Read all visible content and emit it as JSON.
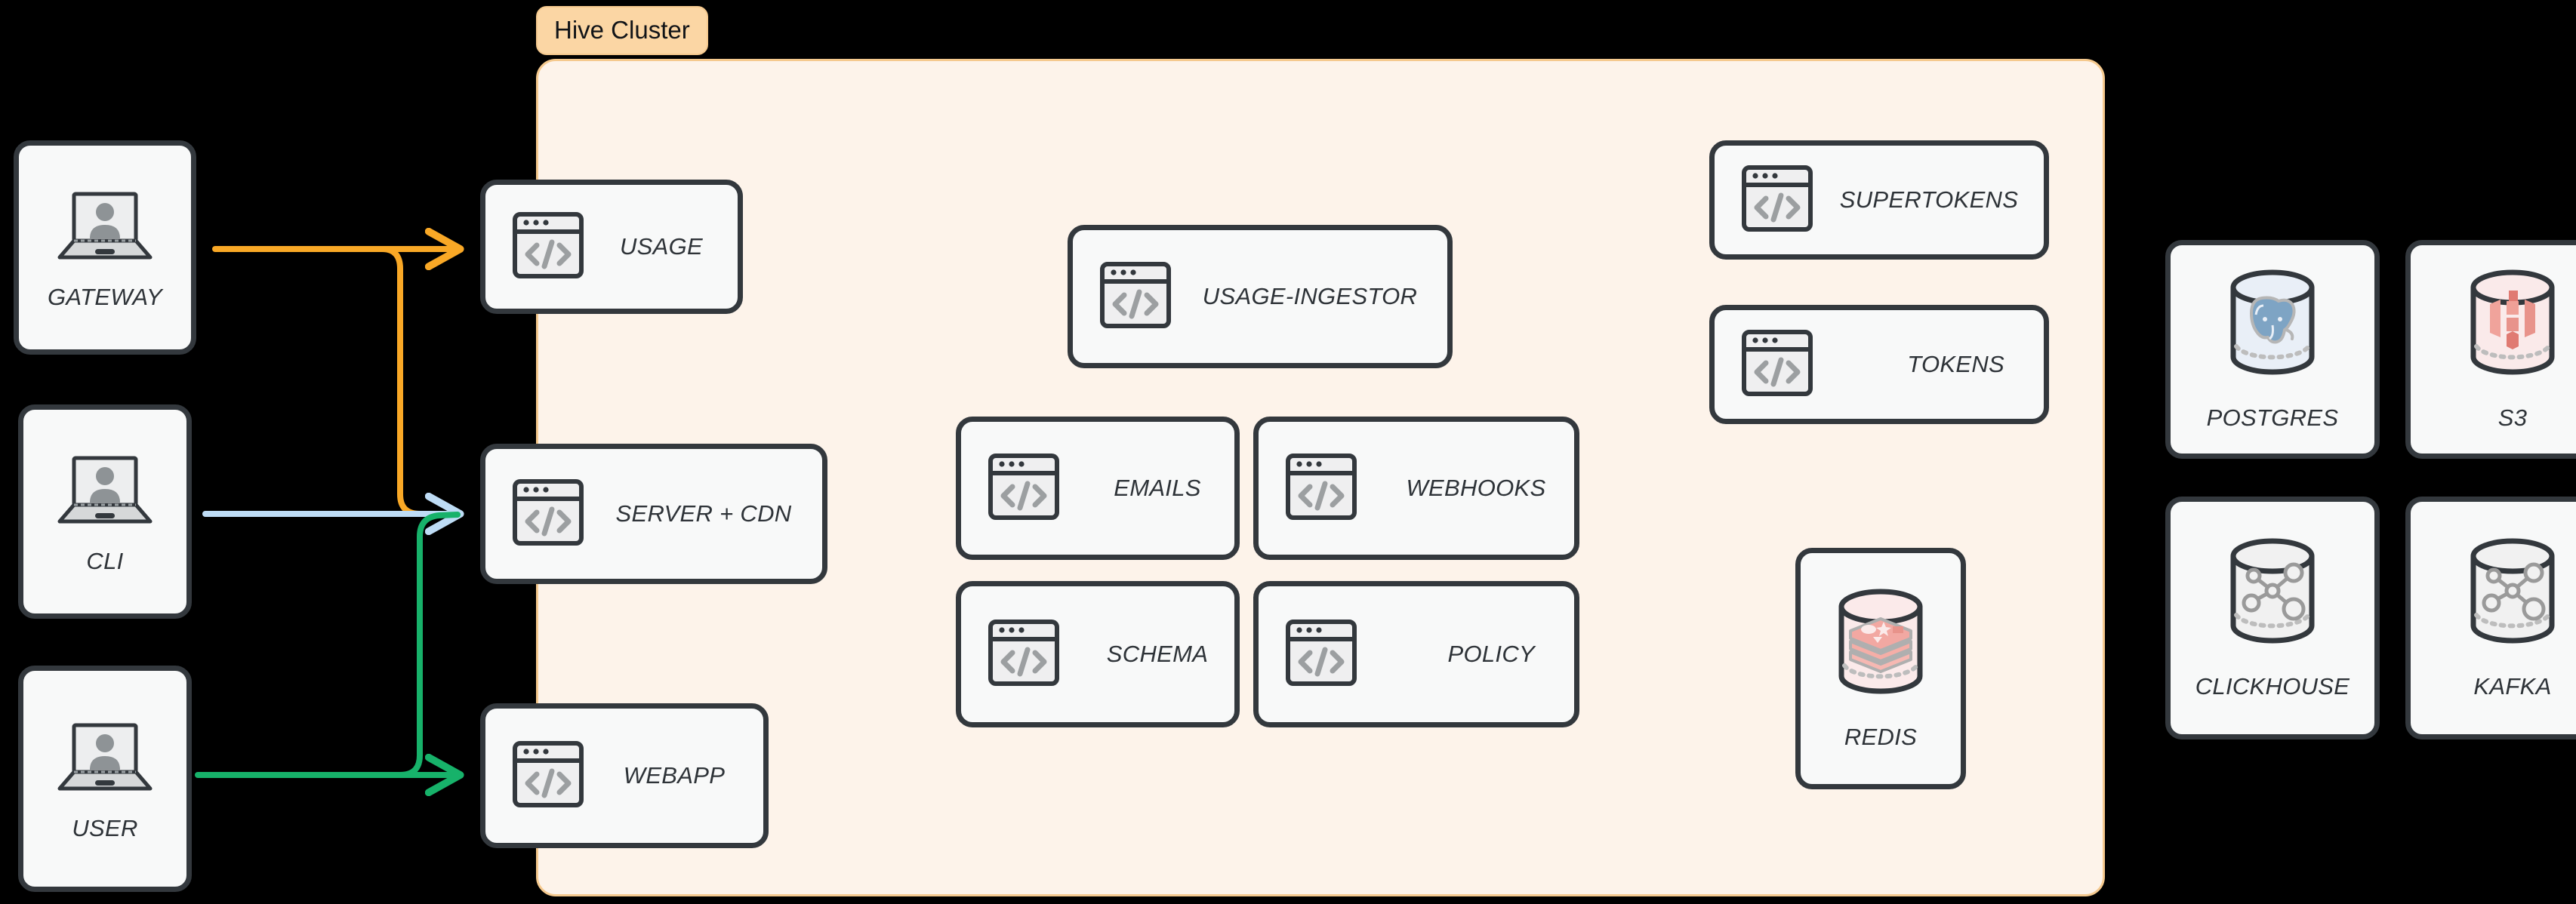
{
  "diagram": {
    "background_color": "#000000",
    "title_badge": "Hive Cluster",
    "cluster": {
      "label": "Hive Cluster",
      "fill_color": "#FDF3EA",
      "border_color": "#F5C98E",
      "badge_fill": "#FBD6A4"
    },
    "node_style": {
      "fill": "#F8F9F9",
      "stroke": "#33383D",
      "label_color": "#2E3338"
    }
  },
  "clients": [
    {
      "label": "GATEWAY",
      "icon": "laptop-user-icon"
    },
    {
      "label": "CLI",
      "icon": "laptop-user-icon"
    },
    {
      "label": "USER",
      "icon": "laptop-user-icon"
    }
  ],
  "edge_services": [
    {
      "label": "USAGE",
      "icon": "code-window-icon"
    },
    {
      "label": "SERVER + CDN",
      "icon": "code-window-icon"
    },
    {
      "label": "WEBAPP",
      "icon": "code-window-icon"
    }
  ],
  "core_services": [
    {
      "label": "USAGE-INGESTOR",
      "icon": "code-window-icon"
    },
    {
      "label": "EMAILS",
      "icon": "code-window-icon"
    },
    {
      "label": "WEBHOOKS",
      "icon": "code-window-icon"
    },
    {
      "label": "SCHEMA",
      "icon": "code-window-icon"
    },
    {
      "label": "POLICY",
      "icon": "code-window-icon"
    }
  ],
  "auth_services": [
    {
      "label": "SUPERTOKENS",
      "icon": "code-window-icon"
    },
    {
      "label": "TOKENS",
      "icon": "code-window-icon"
    }
  ],
  "cluster_stores": [
    {
      "label": "REDIS",
      "icon": "redis-cylinder-icon",
      "accent": "#F2A8A2"
    }
  ],
  "external_stores": [
    {
      "label": "POSTGRES",
      "icon": "postgres-cylinder-icon",
      "accent": "#7EA4C4"
    },
    {
      "label": "S3",
      "icon": "s3-cylinder-icon",
      "accent": "#E8938B"
    },
    {
      "label": "CLICKHOUSE",
      "icon": "network-cylinder-icon",
      "accent": "#9A9A9A"
    },
    {
      "label": "KAFKA",
      "icon": "network-cylinder-icon",
      "accent": "#9A9A9A"
    }
  ],
  "connections": [
    {
      "from": "GATEWAY",
      "to": "USAGE",
      "color": "#F9A826",
      "name": "gateway-to-usage"
    },
    {
      "from": "GATEWAY",
      "to": "SERVER + CDN",
      "color": "#F9A826",
      "name": "gateway-to-server-cdn"
    },
    {
      "from": "CLI",
      "to": "SERVER + CDN",
      "color": "#BEDCF5",
      "name": "cli-to-server-cdn"
    },
    {
      "from": "USER",
      "to": "SERVER + CDN",
      "color": "#17B26A",
      "name": "user-to-server-cdn"
    },
    {
      "from": "USER",
      "to": "WEBAPP",
      "color": "#17B26A",
      "name": "user-to-webapp"
    }
  ],
  "legend_colors": {
    "gateway_flow": "#F9A826",
    "cli_flow": "#BEDCF5",
    "user_flow": "#17B26A"
  }
}
